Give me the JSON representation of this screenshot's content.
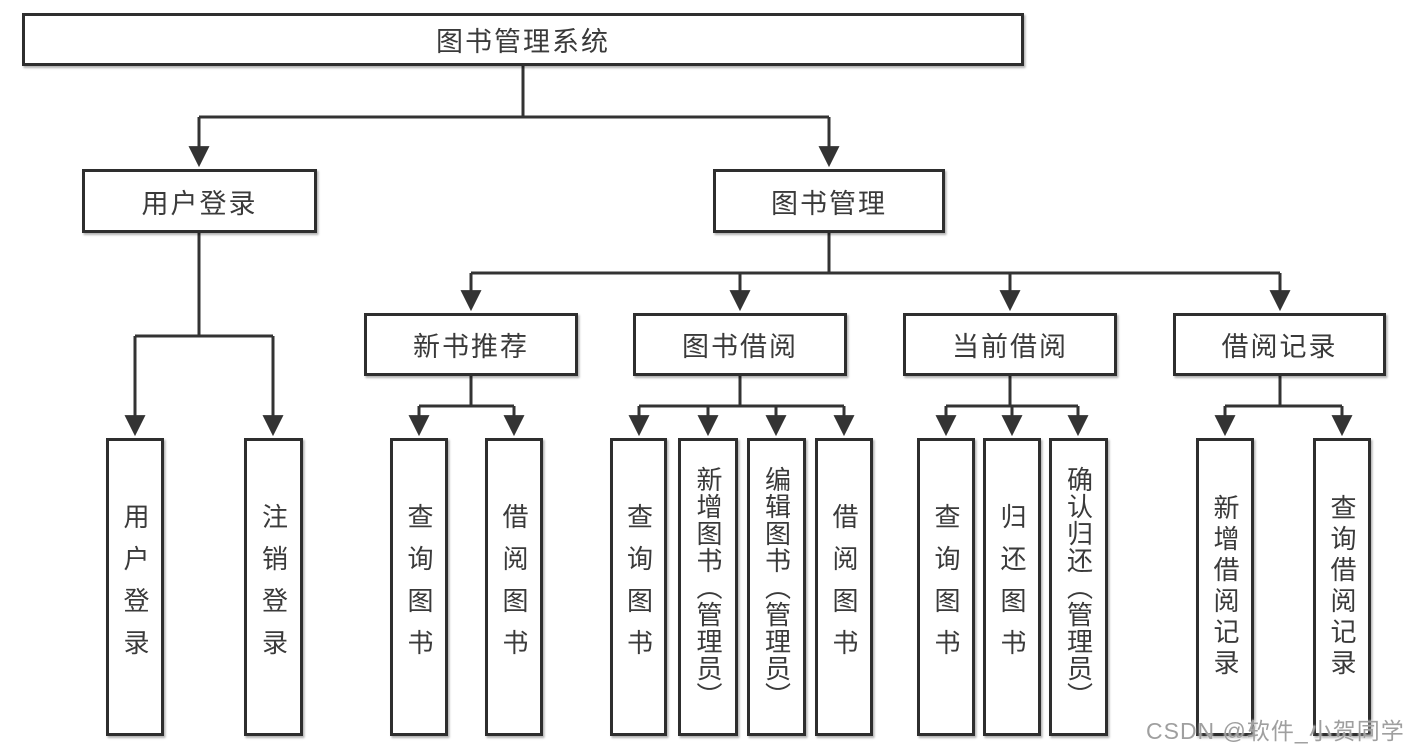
{
  "colors": {
    "background": "#ffffff",
    "line": "#333333",
    "box_border": "#2e2e2e",
    "text": "#3a3a3a",
    "watermark": "#9f9f9f"
  },
  "watermark": {
    "text": "CSDN @软件_小贺同学"
  },
  "tree": {
    "root": {
      "label": "图书管理系统",
      "children": [
        {
          "label": "用户登录",
          "children": [
            {
              "label": "用户登录"
            },
            {
              "label": "注销登录"
            }
          ]
        },
        {
          "label": "图书管理",
          "children": [
            {
              "label": "新书推荐",
              "children": [
                {
                  "label": "查询图书"
                },
                {
                  "label": "借阅图书"
                }
              ]
            },
            {
              "label": "图书借阅",
              "children": [
                {
                  "label": "查询图书"
                },
                {
                  "label": "新增图书（管理员）"
                },
                {
                  "label": "编辑图书（管理员）"
                },
                {
                  "label": "借阅图书"
                }
              ]
            },
            {
              "label": "当前借阅",
              "children": [
                {
                  "label": "查询图书"
                },
                {
                  "label": "归还图书"
                },
                {
                  "label": "确认归还（管理员）"
                }
              ]
            },
            {
              "label": "借阅记录",
              "children": [
                {
                  "label": "新增借阅记录"
                },
                {
                  "label": "查询借阅记录"
                }
              ]
            }
          ]
        }
      ]
    }
  }
}
